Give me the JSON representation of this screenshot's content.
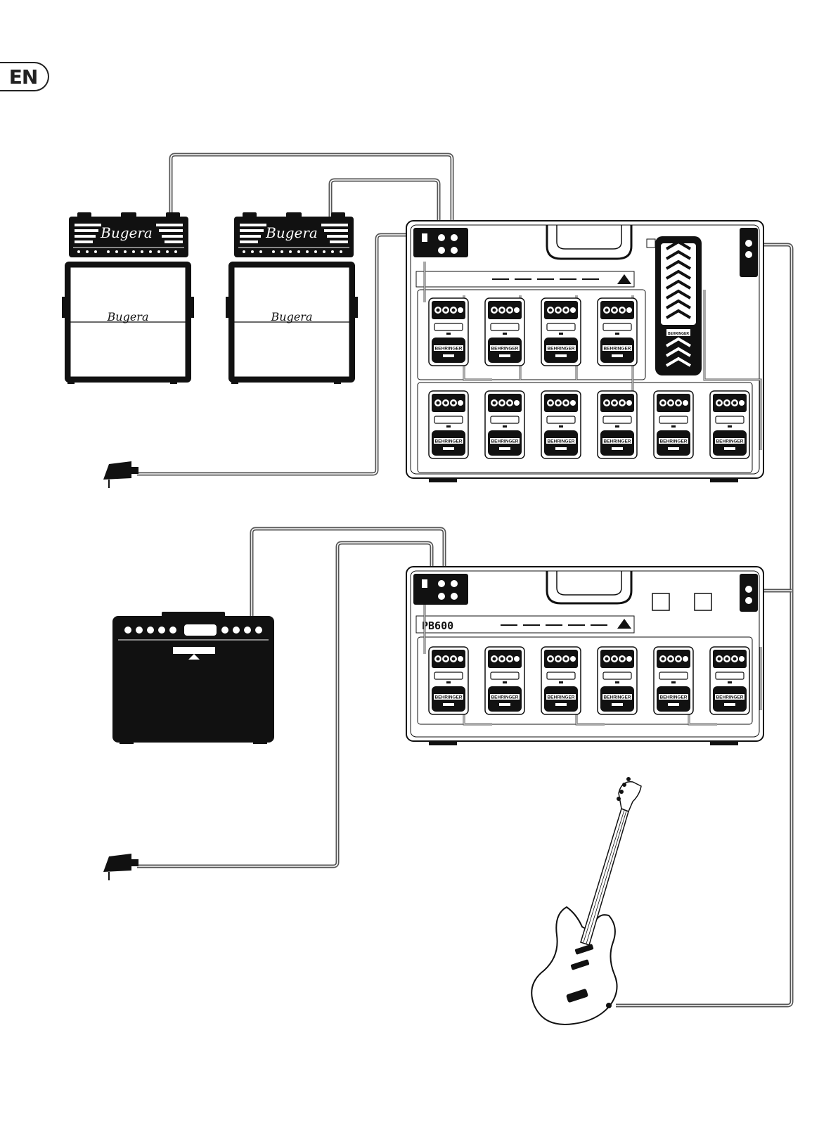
{
  "page": {
    "language_badge": "EN"
  },
  "amp_heads": [
    {
      "brand": "Bugera"
    },
    {
      "brand": "Bugera"
    }
  ],
  "cabinets": [
    {
      "brand": "Bugera"
    },
    {
      "brand": "Bugera"
    }
  ],
  "pedalboards": [
    {
      "label": "",
      "pedal_brand": "BEHRINGER"
    },
    {
      "label": "PB600",
      "pedal_brand": "BEHRINGER"
    }
  ],
  "wah_pedal": {
    "brand": "BEHRINGER"
  },
  "colors": {
    "ink": "#111111",
    "cable": "#555555",
    "paper": "#ffffff"
  },
  "icons": [
    "power-adapter-icon",
    "guitar-icon",
    "combo-amp-icon",
    "amp-head-icon",
    "speaker-cabinet-icon",
    "pedalboard-icon",
    "wah-pedal-icon",
    "effect-pedal-icon"
  ]
}
